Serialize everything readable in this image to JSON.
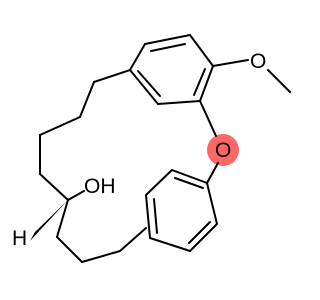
{
  "molecule": {
    "labels": {
      "methoxy_oxygen": "O",
      "ether_oxygen": "O",
      "hydroxyl": "OH",
      "stereo_hydrogen": "H"
    }
  },
  "colors": {
    "bond": "#000000",
    "background": "#ffffff",
    "oxygen_highlight": "#ff6666"
  }
}
